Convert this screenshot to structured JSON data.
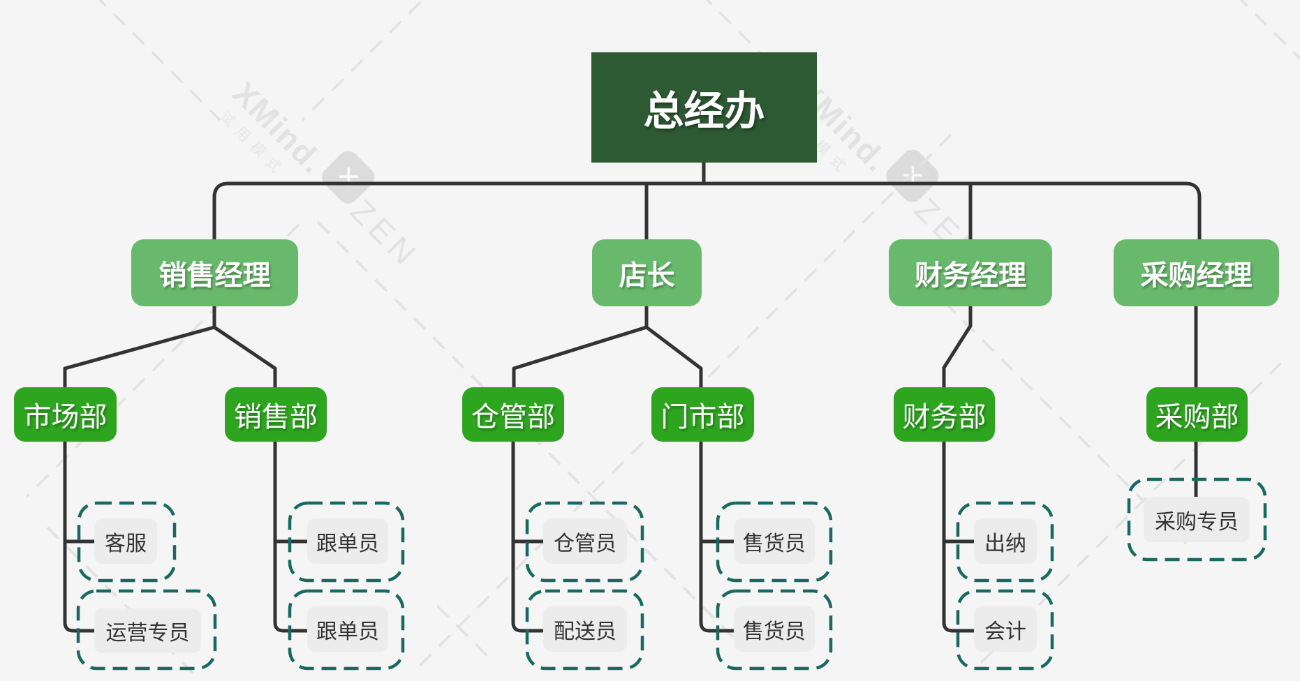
{
  "watermark": {
    "brand": "XMind",
    "dot": ".",
    "zen": "ZEN",
    "trial": "试用模式",
    "logo_glyph": "✕",
    "logo_name": "xmind-x-logo"
  },
  "colors": {
    "bg": "#f5f5f5",
    "root_fill": "#2e5a33",
    "manager_fill": "#69b96c",
    "dept_fill": "#2ea51f",
    "leaf_fill": "#ececec",
    "leaf_text": "#333333",
    "leaf_border": "#18695f",
    "connector": "#333333",
    "watermark": "#e2e2e2",
    "topic_text": "#ffffff"
  },
  "hierarchy": {
    "label": "总经办",
    "children": [
      {
        "label": "销售经理",
        "children": [
          {
            "label": "市场部",
            "children": [
              {
                "label": "客服"
              },
              {
                "label": "运营专员"
              }
            ]
          },
          {
            "label": "销售部",
            "children": [
              {
                "label": "跟单员"
              },
              {
                "label": "跟单员"
              }
            ]
          }
        ]
      },
      {
        "label": "店长",
        "children": [
          {
            "label": "仓管部",
            "children": [
              {
                "label": "仓管员"
              },
              {
                "label": "配送员"
              }
            ]
          },
          {
            "label": "门市部",
            "children": [
              {
                "label": "售货员"
              },
              {
                "label": "售货员"
              }
            ]
          }
        ]
      },
      {
        "label": "财务经理",
        "children": [
          {
            "label": "财务部",
            "children": [
              {
                "label": "出纳"
              },
              {
                "label": "会计"
              }
            ]
          }
        ]
      },
      {
        "label": "采购经理",
        "children": [
          {
            "label": "采购部",
            "children": [
              {
                "label": "采购专员"
              }
            ]
          }
        ]
      }
    ]
  }
}
